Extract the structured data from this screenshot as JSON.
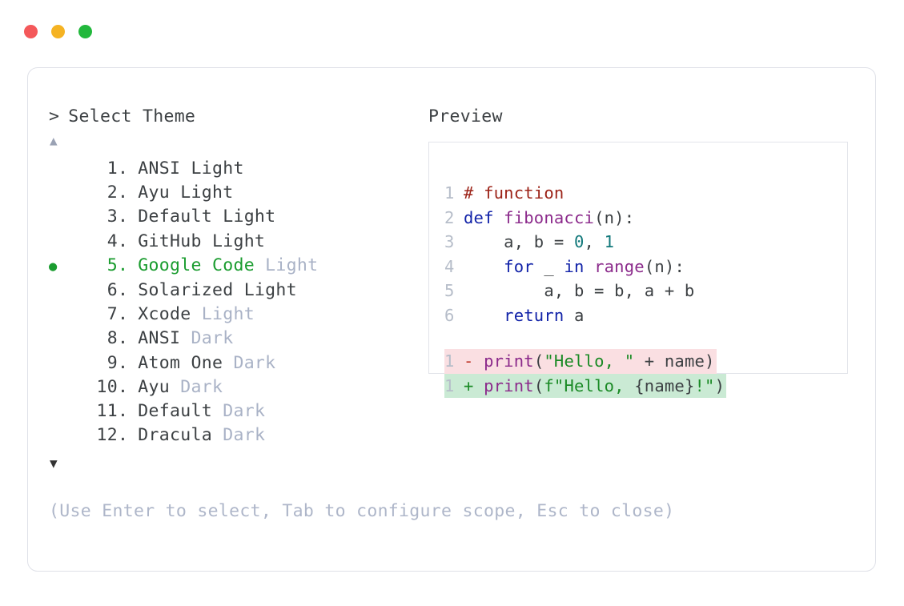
{
  "window": {
    "dots": [
      {
        "name": "close",
        "color": "#f4585a"
      },
      {
        "name": "minimize",
        "color": "#f5b323"
      },
      {
        "name": "maximize",
        "color": "#22b83c"
      }
    ]
  },
  "prompt": {
    "caret": ">",
    "title": "Select Theme"
  },
  "scroll": {
    "up_icon": "▲",
    "down_icon": "▼"
  },
  "themes": {
    "selected_index": 5,
    "selected_bullet": "●",
    "accent_color": "#1a9c2f",
    "items": [
      {
        "index": "1.",
        "name": "ANSI Light",
        "variant": ""
      },
      {
        "index": "2.",
        "name": "Ayu Light",
        "variant": ""
      },
      {
        "index": "3.",
        "name": "Default Light",
        "variant": ""
      },
      {
        "index": "4.",
        "name": "GitHub Light",
        "variant": ""
      },
      {
        "index": "5.",
        "name": "Google Code",
        "variant": "Light"
      },
      {
        "index": "6.",
        "name": "Solarized Light",
        "variant": ""
      },
      {
        "index": "7.",
        "name": "Xcode",
        "variant": "Light"
      },
      {
        "index": "8.",
        "name": "ANSI",
        "variant": "Dark"
      },
      {
        "index": "9.",
        "name": "Atom One",
        "variant": "Dark"
      },
      {
        "index": "10.",
        "name": "Ayu",
        "variant": "Dark"
      },
      {
        "index": "11.",
        "name": "Default",
        "variant": "Dark"
      },
      {
        "index": "12.",
        "name": "Dracula",
        "variant": "Dark"
      }
    ]
  },
  "footer": {
    "hint": "(Use Enter to select, Tab to configure scope, Esc to close)"
  },
  "preview": {
    "title": "Preview",
    "code_lines": [
      {
        "n": "1",
        "tokens": [
          {
            "t": "# function",
            "c": "tok-comment"
          }
        ]
      },
      {
        "n": "2",
        "tokens": [
          {
            "t": "def ",
            "c": "tok-keyword"
          },
          {
            "t": "fibonacci",
            "c": "tok-func"
          },
          {
            "t": "(n):",
            "c": "tok-punct"
          }
        ]
      },
      {
        "n": "3",
        "tokens": [
          {
            "t": "    a, b = ",
            "c": "tok-plain"
          },
          {
            "t": "0",
            "c": "tok-number"
          },
          {
            "t": ", ",
            "c": "tok-plain"
          },
          {
            "t": "1",
            "c": "tok-number"
          }
        ]
      },
      {
        "n": "4",
        "tokens": [
          {
            "t": "    ",
            "c": "tok-plain"
          },
          {
            "t": "for",
            "c": "tok-keyword"
          },
          {
            "t": " _ ",
            "c": "tok-plain"
          },
          {
            "t": "in",
            "c": "tok-keyword"
          },
          {
            "t": " ",
            "c": "tok-plain"
          },
          {
            "t": "range",
            "c": "tok-func"
          },
          {
            "t": "(n):",
            "c": "tok-punct"
          }
        ]
      },
      {
        "n": "5",
        "tokens": [
          {
            "t": "        a, b = b, a + b",
            "c": "tok-plain"
          }
        ]
      },
      {
        "n": "6",
        "tokens": [
          {
            "t": "    ",
            "c": "tok-plain"
          },
          {
            "t": "return",
            "c": "tok-keyword"
          },
          {
            "t": " a",
            "c": "tok-plain"
          }
        ]
      }
    ],
    "diff_lines": [
      {
        "n": "1",
        "kind": "removed",
        "sign": "-",
        "tokens": [
          {
            "t": "print",
            "c": "tok-func"
          },
          {
            "t": "(",
            "c": "tok-punct"
          },
          {
            "t": "\"Hello, \"",
            "c": "tok-string"
          },
          {
            "t": " + name)",
            "c": "tok-plain"
          }
        ]
      },
      {
        "n": "1",
        "kind": "added",
        "sign": "+",
        "tokens": [
          {
            "t": "print",
            "c": "tok-func"
          },
          {
            "t": "(",
            "c": "tok-punct"
          },
          {
            "t": "f\"Hello, ",
            "c": "tok-string"
          },
          {
            "t": "{name}",
            "c": "tok-plain"
          },
          {
            "t": "!\"",
            "c": "tok-string"
          },
          {
            "t": ")",
            "c": "tok-punct"
          }
        ]
      }
    ],
    "diff_removed_bg": "#fadfe2",
    "diff_added_bg": "#caead4"
  }
}
